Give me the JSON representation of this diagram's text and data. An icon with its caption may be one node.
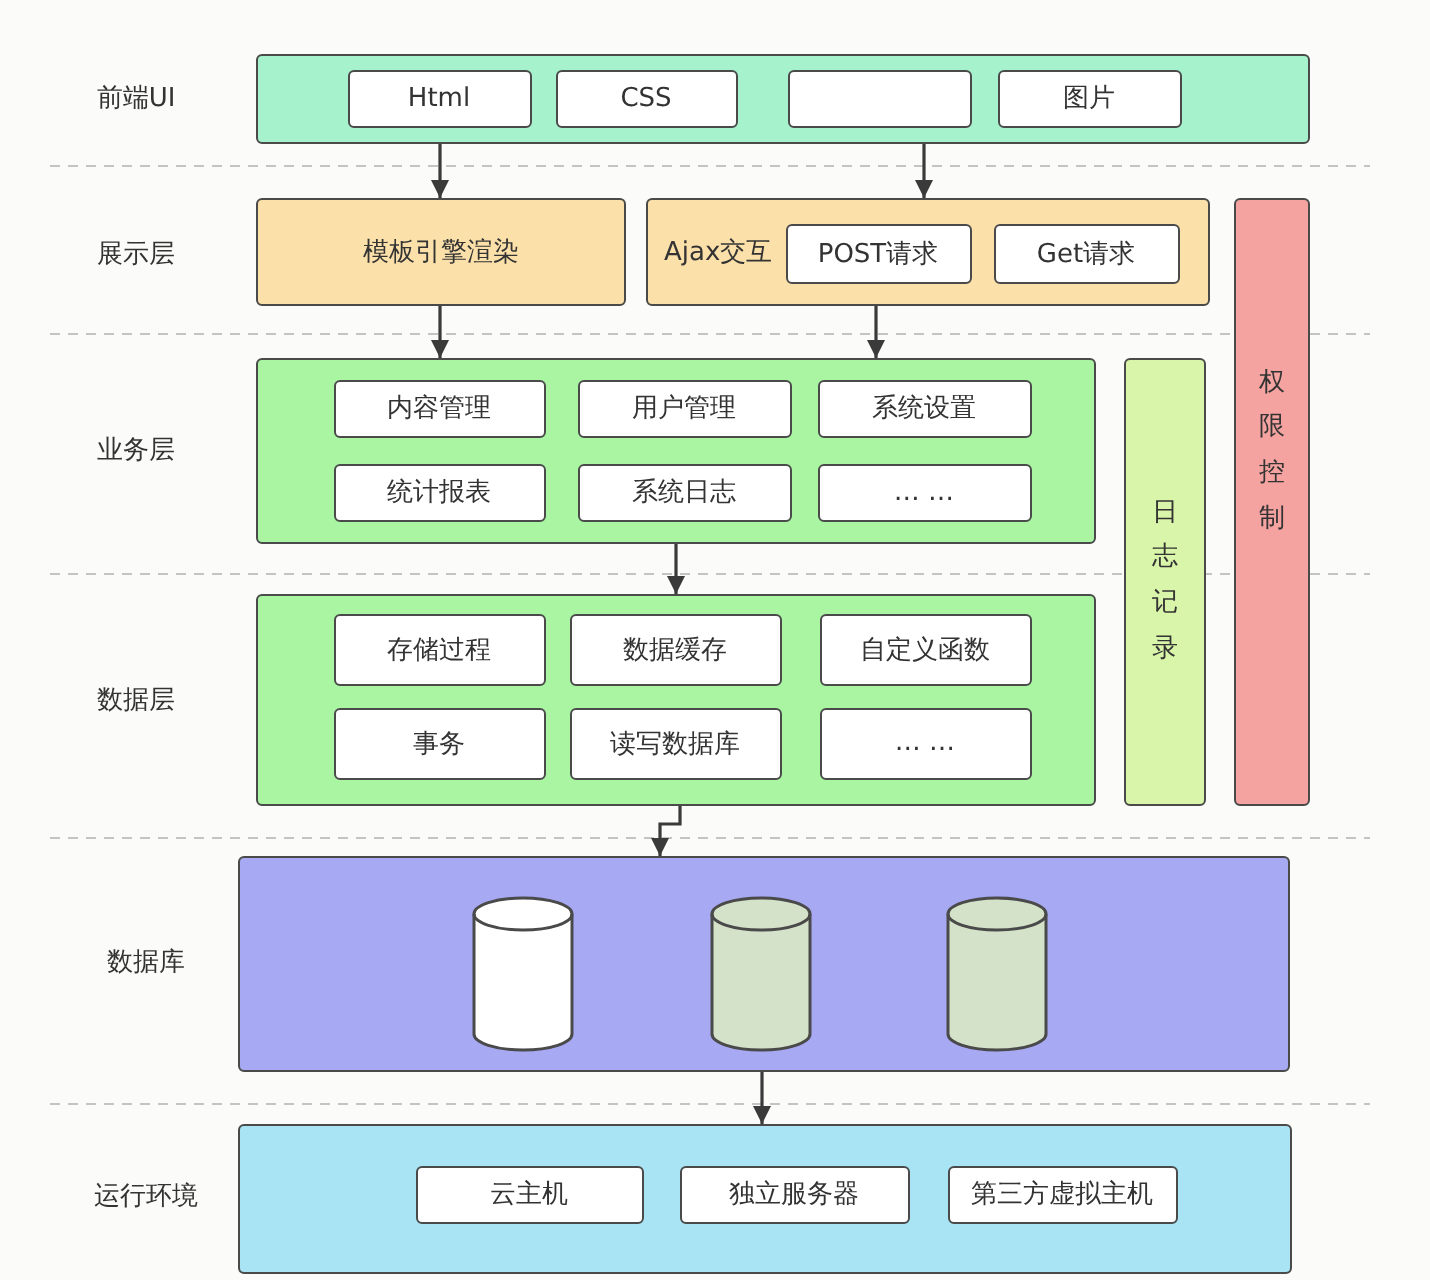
{
  "diagram": {
    "nodes": [
      {
        "text": [],
        "shape": "box"
      },
      {
        "text": [
          "Html"
        ],
        "in": 0
      },
      {
        "text": [
          "CSS"
        ],
        "in": 0
      },
      {
        "text": [],
        "shape": "box",
        "in": 0
      },
      {
        "text": [
          "图片"
        ],
        "in": 0
      },
      {
        "text": [
          "模板引擎渲染"
        ]
      },
      {
        "text": [
          "Ajax交互"
        ]
      },
      {
        "text": [
          "POST请求"
        ],
        "in": 6
      },
      {
        "text": [
          "Get请求"
        ],
        "in": 6
      },
      {
        "text": [
          "权限控制"
        ]
      },
      {
        "text": [],
        "shape": "box"
      },
      {
        "text": [
          "内容管理"
        ],
        "in": 10
      },
      {
        "text": [
          "用户管理"
        ],
        "in": 10
      },
      {
        "text": [
          "系统设置"
        ],
        "in": 10
      },
      {
        "text": [
          "统计报表"
        ],
        "in": 10
      },
      {
        "text": [
          "系统日志"
        ],
        "in": 10
      },
      {
        "text": [
          "… …"
        ],
        "in": 10
      },
      {
        "text": [
          "日志记录"
        ]
      },
      {
        "text": [],
        "shape": "box"
      },
      {
        "text": [
          "存储过程"
        ],
        "in": 18
      },
      {
        "text": [
          "数据缓存"
        ],
        "in": 18
      },
      {
        "text": [
          "自定义函数"
        ],
        "in": 18
      },
      {
        "text": [
          "事务"
        ],
        "in": 18
      },
      {
        "text": [
          "读写数据库"
        ],
        "in": 18
      },
      {
        "text": [
          "… …"
        ],
        "in": 18
      },
      {
        "text": [],
        "shape": "box"
      },
      {
        "text": [],
        "shape": "cylinder",
        "in": 25
      },
      {
        "text": [],
        "shape": "cylinder",
        "in": 25
      },
      {
        "text": [],
        "shape": "cylinder",
        "in": 25
      },
      {
        "text": [],
        "shape": "box"
      },
      {
        "text": [
          "云主机"
        ],
        "in": 29
      },
      {
        "text": [
          "独立服务器"
        ],
        "in": 29
      },
      {
        "text": [
          "第三方虚拟主机"
        ],
        "in": 29
      }
    ],
    "edges": [
      {
        "from": 0,
        "to": 5,
        "arrow": "to"
      },
      {
        "from": 0,
        "to": 6,
        "arrow": "to"
      },
      {
        "from": 5,
        "to": 10,
        "arrow": "to"
      },
      {
        "from": 6,
        "to": 10,
        "arrow": "to"
      },
      {
        "from": 10,
        "to": 18,
        "arrow": "to"
      },
      {
        "from": 18,
        "to": 25,
        "arrow": "to"
      },
      {
        "from": 25,
        "to": 29,
        "arrow": "to"
      }
    ],
    "labels": [
      "前端UI",
      "展示层",
      "业务层",
      "数据层",
      "数据库",
      "运行环境"
    ]
  }
}
